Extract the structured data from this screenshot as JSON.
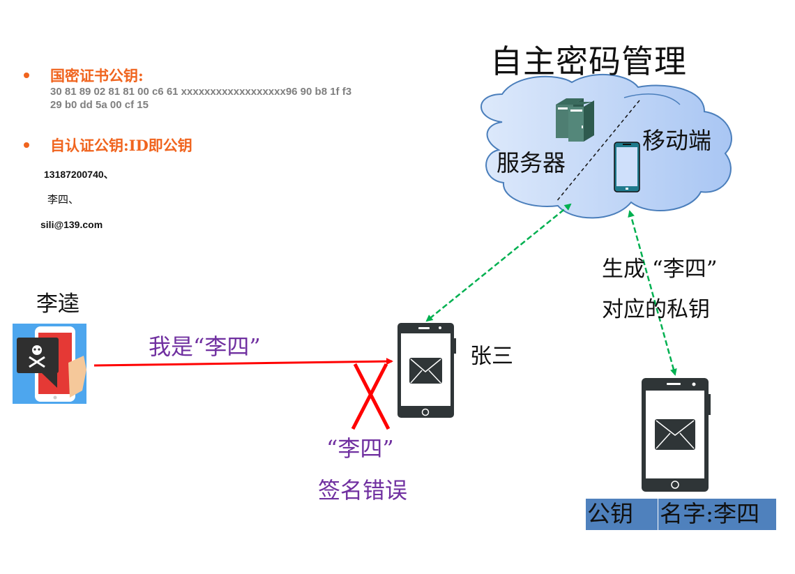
{
  "left_panel": {
    "item1": {
      "title": "国密证书公钥:",
      "hex_line1": "30 81 89 02 81 81 00 c6 61 xxxxxxxxxxxxxxxxxx96 90 b8 1f f3",
      "hex_line2": "29 b0 dd 5a 00  cf 15"
    },
    "item2": {
      "title": "自认证公钥:ID即公钥",
      "ids": [
        "13187200740、",
        "李四、",
        "sili@139.com"
      ]
    }
  },
  "cloud": {
    "title": "自主密码管理",
    "server_label": "服务器",
    "mobile_label": "移动端"
  },
  "attacker": {
    "name": "李逵",
    "message": "我是“李四”"
  },
  "receiver": {
    "name": "张三"
  },
  "verification": {
    "line1": "“李四”",
    "line2": "签名错误"
  },
  "key_generation": {
    "line1": "生成 “李四”",
    "line2": "对应的私钥"
  },
  "owner_phone": {
    "public_key_label": "公钥",
    "name_label": "名字:李四"
  },
  "colors": {
    "orange": "#f0641e",
    "purple": "#7030a0",
    "red": "#ff0000",
    "green": "#00b050",
    "key_box": "#4f81bd",
    "phone_dark": "#2f3537"
  }
}
